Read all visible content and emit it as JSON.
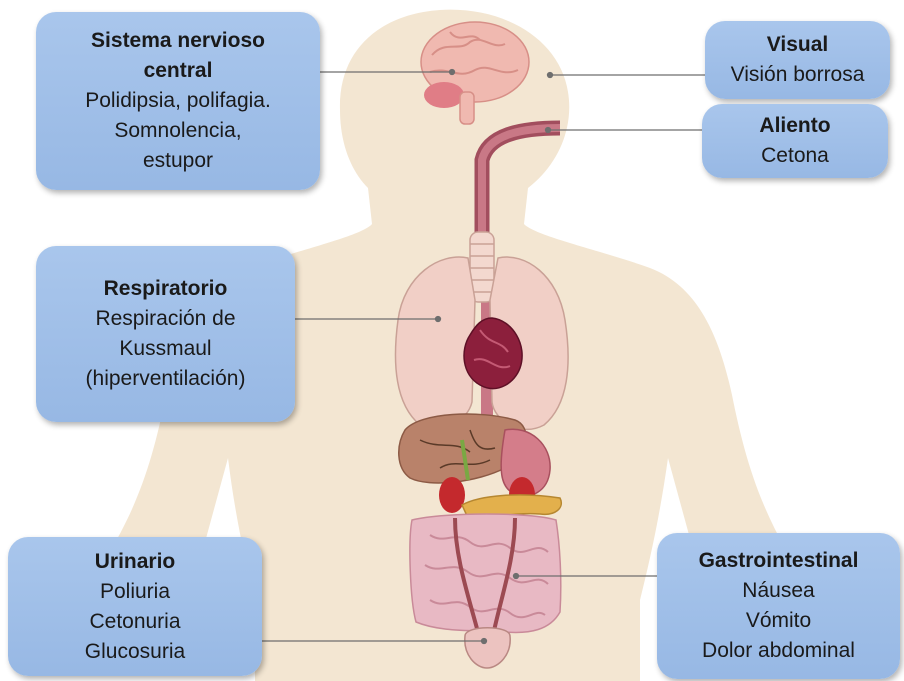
{
  "boxes": {
    "snc": {
      "title": "Sistema nervioso central",
      "lines": [
        "Polidipsia, polifagia.",
        "Somnolencia,",
        "estupor"
      ]
    },
    "visual": {
      "title": "Visual",
      "lines": [
        "Visión borrosa"
      ]
    },
    "aliento": {
      "title": "Aliento",
      "lines": [
        "Cetona"
      ]
    },
    "respiratorio": {
      "title": "Respiratorio",
      "lines": [
        "Respiración de",
        "Kussmaul",
        "(hiperventilación)"
      ]
    },
    "urinario": {
      "title": "Urinario",
      "lines": [
        "Poliuria",
        "Cetonuria",
        "Glucosuria"
      ]
    },
    "gastrointestinal": {
      "title": "Gastrointestinal",
      "lines": [
        "Náusea",
        "Vómito",
        "Dolor abdominal"
      ]
    }
  },
  "colors": {
    "box_fill": "#a9c6ec",
    "body_silhouette": "#f3e6d2",
    "lungs": "#f1cfc6",
    "heart": "#8c1f3c",
    "liver": "#b9826a",
    "kidneys": "#c4292d",
    "intestine": "#e8b9c4",
    "brain": "#f0b9b0",
    "leader_lines": "#6e6e6e"
  }
}
